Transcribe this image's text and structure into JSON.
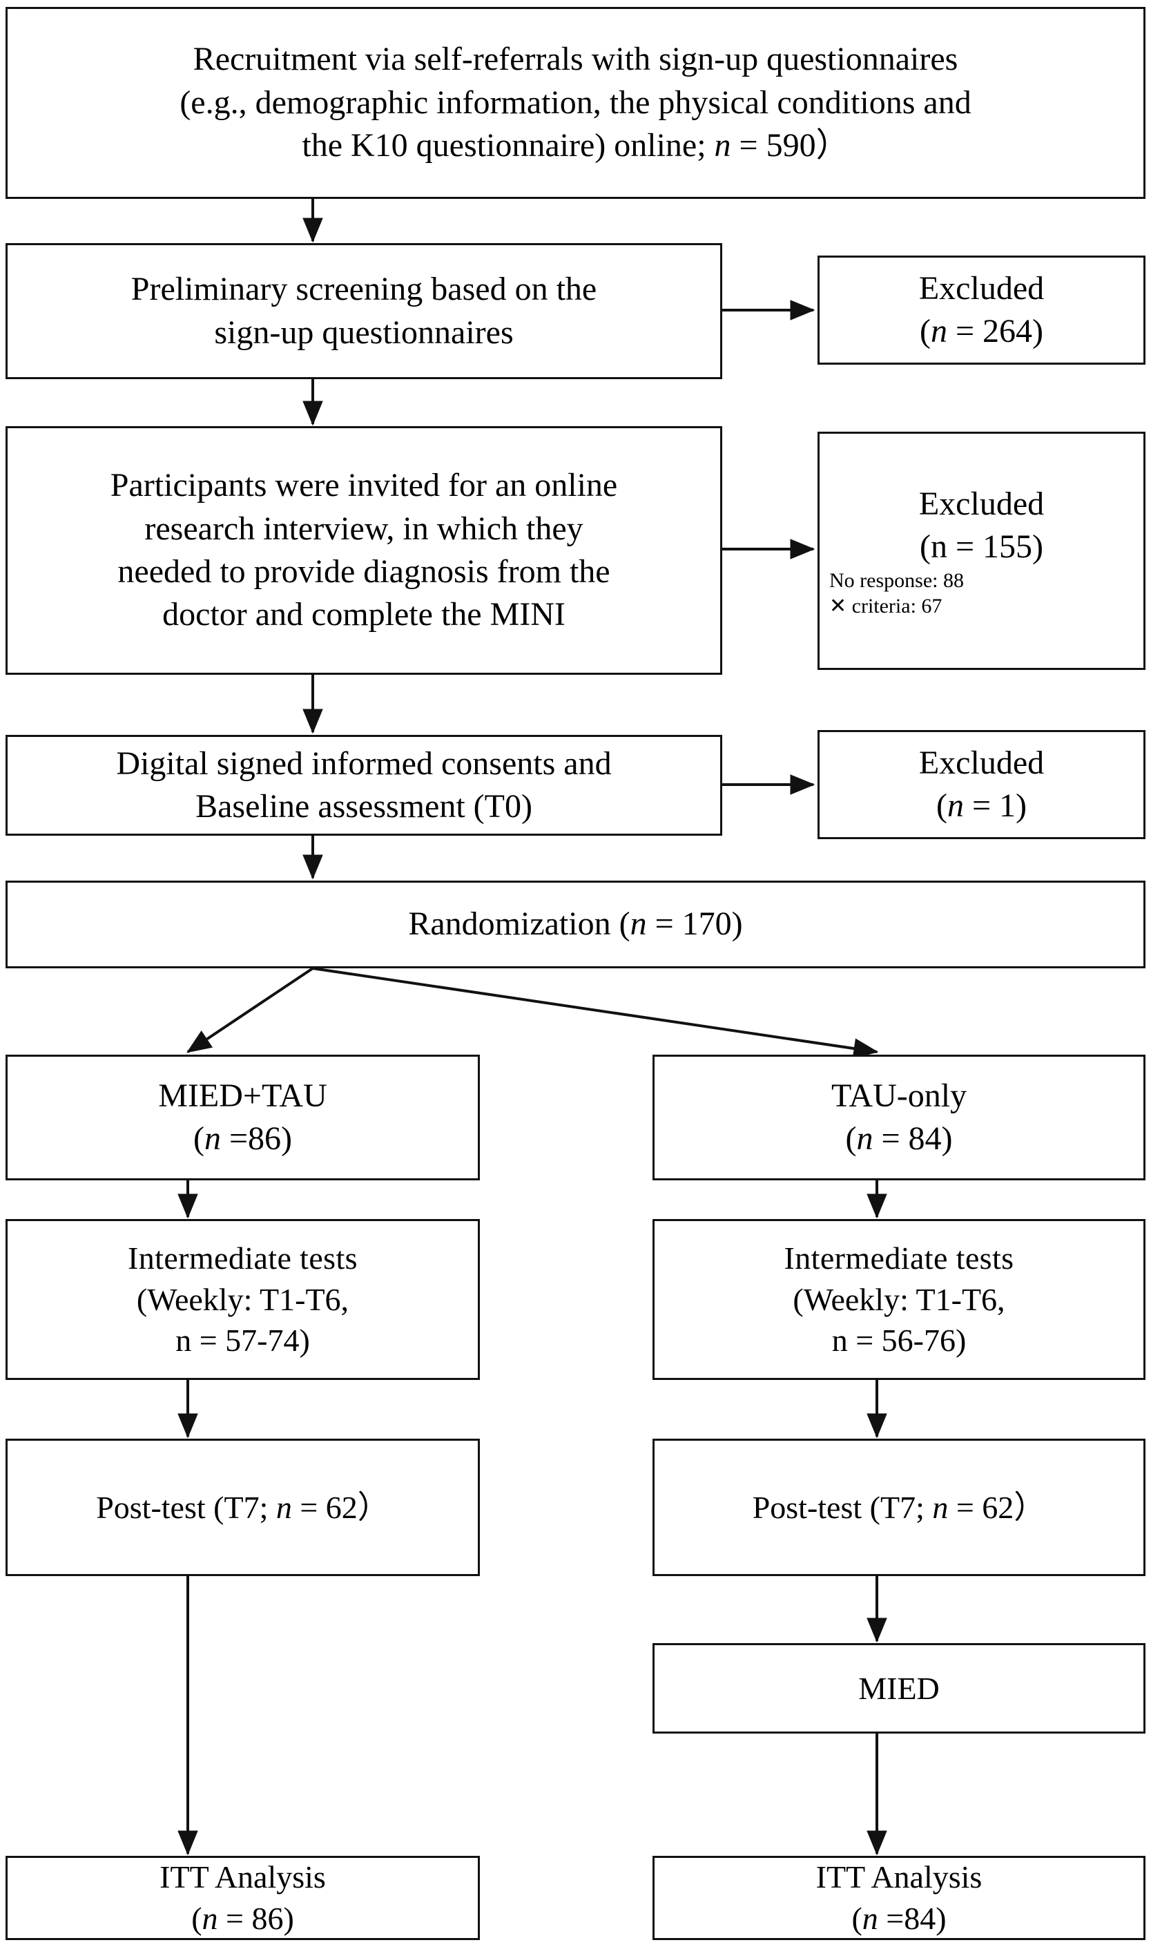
{
  "diagram": {
    "type": "CONSORT participant flow diagram",
    "accent_color": "#111111",
    "background_color": "#ffffff"
  },
  "nodes": {
    "recruitment": {
      "name": "recruitment-box",
      "lines": [
        "Recruitment via self-referrals with sign-up questionnaires",
        "(e.g., demographic information, the physical conditions and",
        "the K10 questionnaire) online; ",
        "n",
        " = 590）"
      ],
      "line1": "Recruitment via self-referrals with sign-up questionnaires",
      "line2": "(e.g., demographic information, the physical conditions and",
      "line3_pre": "the K10 questionnaire) online; ",
      "line3_n": "n",
      "line3_post": " = 590）"
    },
    "preliminary_screening": {
      "name": "preliminary-screening-box",
      "line1": "Preliminary screening based on the",
      "line2": "sign-up questionnaires"
    },
    "excluded_264": {
      "name": "excluded-264-box",
      "line1": "Excluded",
      "line2_pre": "(",
      "line2_n": "n",
      "line2_post": " = 264)"
    },
    "research_interview": {
      "name": "research-interview-box",
      "line1": "Participants were invited for an online",
      "line2": "research interview, in which they",
      "line3": "needed to provide diagnosis from the",
      "line4": "doctor and complete the MINI"
    },
    "excluded_155": {
      "name": "excluded-155-box",
      "line1": "Excluded",
      "line2": "(n = 155)",
      "detail1": "No response:  88",
      "detail2": "✕ criteria:  67"
    },
    "consent_baseline": {
      "name": "consent-baseline-box",
      "line1": "Digital signed informed consents and",
      "line2": "Baseline assessment (T0)"
    },
    "excluded_1": {
      "name": "excluded-1-box",
      "line1": "Excluded",
      "line2_pre": "(",
      "line2_n": "n",
      "line2_post": " = 1)"
    },
    "randomization": {
      "name": "randomization-box",
      "pre": "Randomization (",
      "n": "n",
      "post": " = 170)"
    },
    "arm_left": {
      "name": "mied-tau-arm-box",
      "line1": "MIED+TAU",
      "line2_pre": "(",
      "line2_n": "n",
      "line2_post": " =86)"
    },
    "arm_right": {
      "name": "tau-only-arm-box",
      "line1": "TAU-only",
      "line2_pre": "(",
      "line2_n": "n",
      "line2_post": " = 84)"
    },
    "intermediate_left": {
      "name": "intermediate-tests-left-box",
      "line1": "Intermediate  tests",
      "line2": "(Weekly: T1-T6,",
      "line3": "n = 57-74)"
    },
    "intermediate_right": {
      "name": "intermediate-tests-right-box",
      "line1": "Intermediate  tests",
      "line2": "(Weekly: T1-T6,",
      "line3": "n = 56-76)"
    },
    "posttest_left": {
      "name": "post-test-left-box",
      "pre": "Post-test (T7; ",
      "n": "n",
      "post": " = 62）"
    },
    "posttest_right": {
      "name": "post-test-right-box",
      "pre": "Post-test (T7; ",
      "n": "n",
      "post": " = 62）"
    },
    "mied": {
      "name": "mied-box",
      "label": "MIED"
    },
    "itt_left": {
      "name": "itt-analysis-left-box",
      "line1": "ITT Analysis",
      "line2_pre": "(",
      "line2_n": "n",
      "line2_post": " = 86)"
    },
    "itt_right": {
      "name": "itt-analysis-right-box",
      "line1": "ITT Analysis",
      "line2_pre": "(",
      "line2_n": "n",
      "line2_post": " =84)"
    }
  }
}
